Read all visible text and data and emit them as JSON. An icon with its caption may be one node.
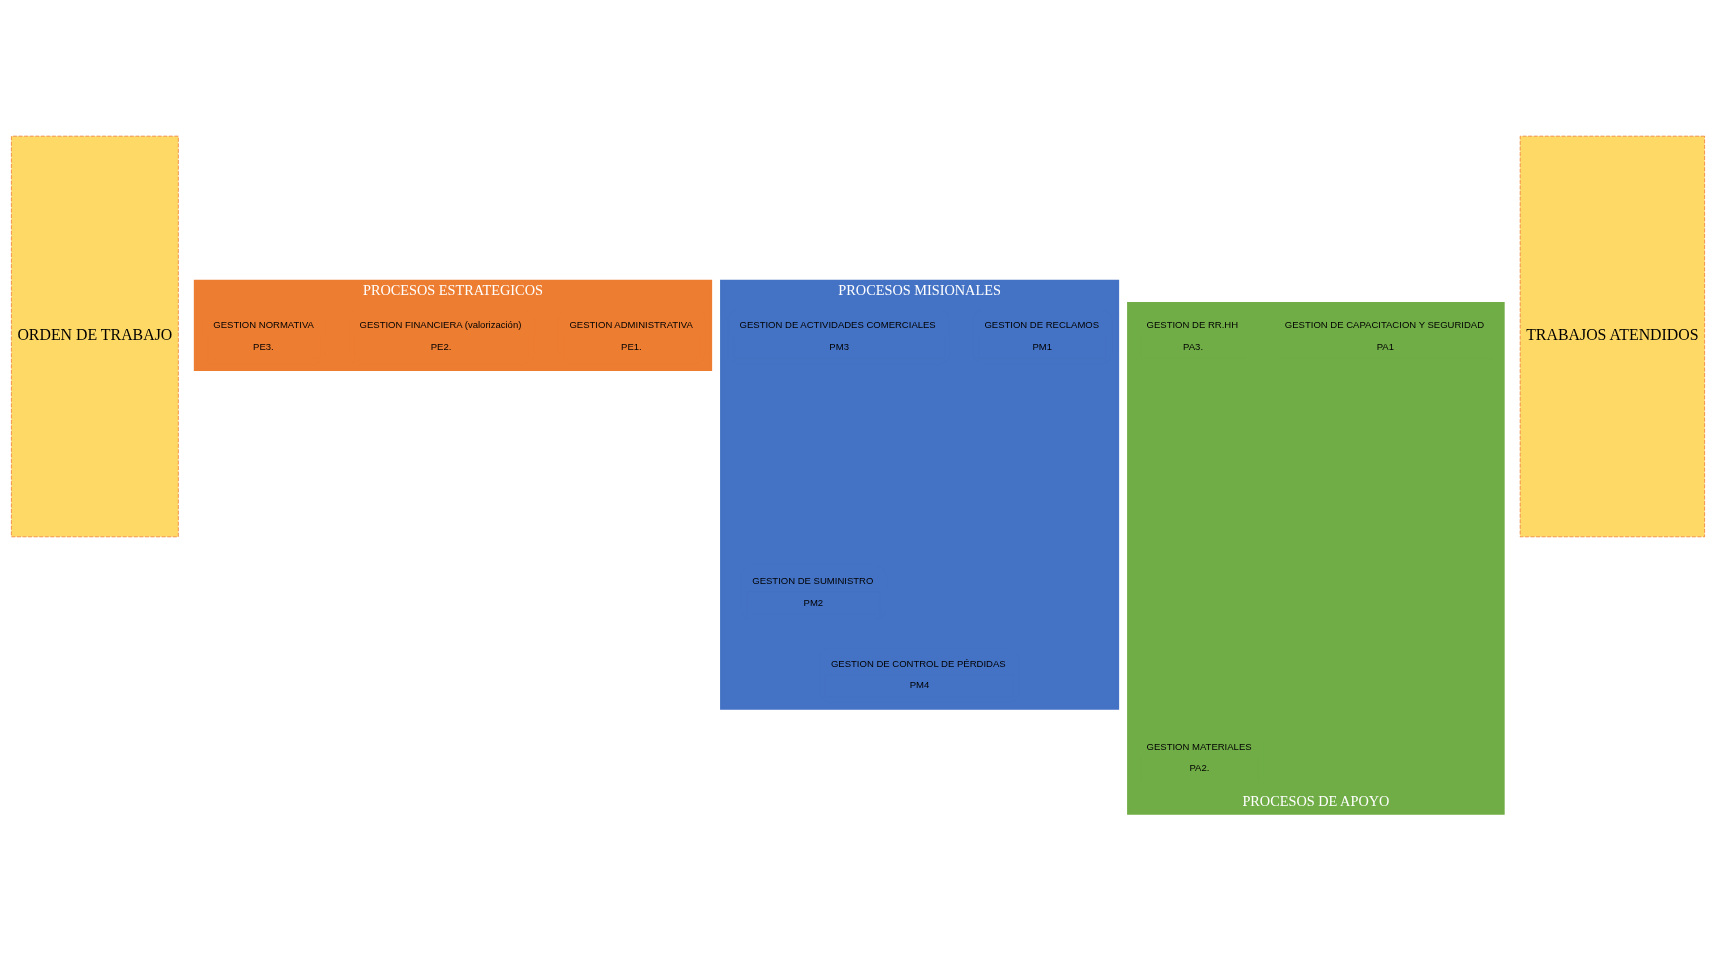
{
  "diagram": {
    "nodes": [
      {
        "text": [
          "ORDEN DE TRABAJO"
        ]
      },
      {
        "text": [
          "PROCESOS ESTRATEGICOS"
        ]
      },
      {
        "text": [
          "GESTION ADMINISTRATIVA",
          "PE1."
        ],
        "in": 1
      },
      {
        "text": [
          "GESTION FINANCIERA (valorización)",
          "PE2."
        ],
        "in": 1
      },
      {
        "text": [
          "GESTION NORMATIVA",
          "PE3."
        ],
        "in": 1
      },
      {
        "text": [
          "PROCESOS MISIONALES"
        ]
      },
      {
        "text": [
          "GESTION DE RECLAMOS",
          "PM1"
        ],
        "in": 5
      },
      {
        "text": [
          "GESTION DE SUMINISTRO",
          "PM2"
        ],
        "in": 5
      },
      {
        "text": [
          "GESTION DE ACTIVIDADES COMERCIALES",
          "PM3"
        ],
        "in": 5
      },
      {
        "text": [
          "GESTION DE CONTROL DE PÉRDIDAS",
          "PM4"
        ],
        "in": 5
      },
      {
        "text": [
          "PROCESOS DE APOYO"
        ]
      },
      {
        "text": [
          "GESTION DE CAPACITACION Y SEGURIDAD",
          "PA1"
        ],
        "in": 10
      },
      {
        "text": [
          "GESTION MATERIALES",
          "PA2."
        ],
        "in": 10
      },
      {
        "text": [
          "GESTION DE RR.HH",
          "PA3."
        ],
        "in": 10
      },
      {
        "text": [
          "TRABAJOS ATENDIDOS"
        ]
      }
    ],
    "edges": []
  }
}
